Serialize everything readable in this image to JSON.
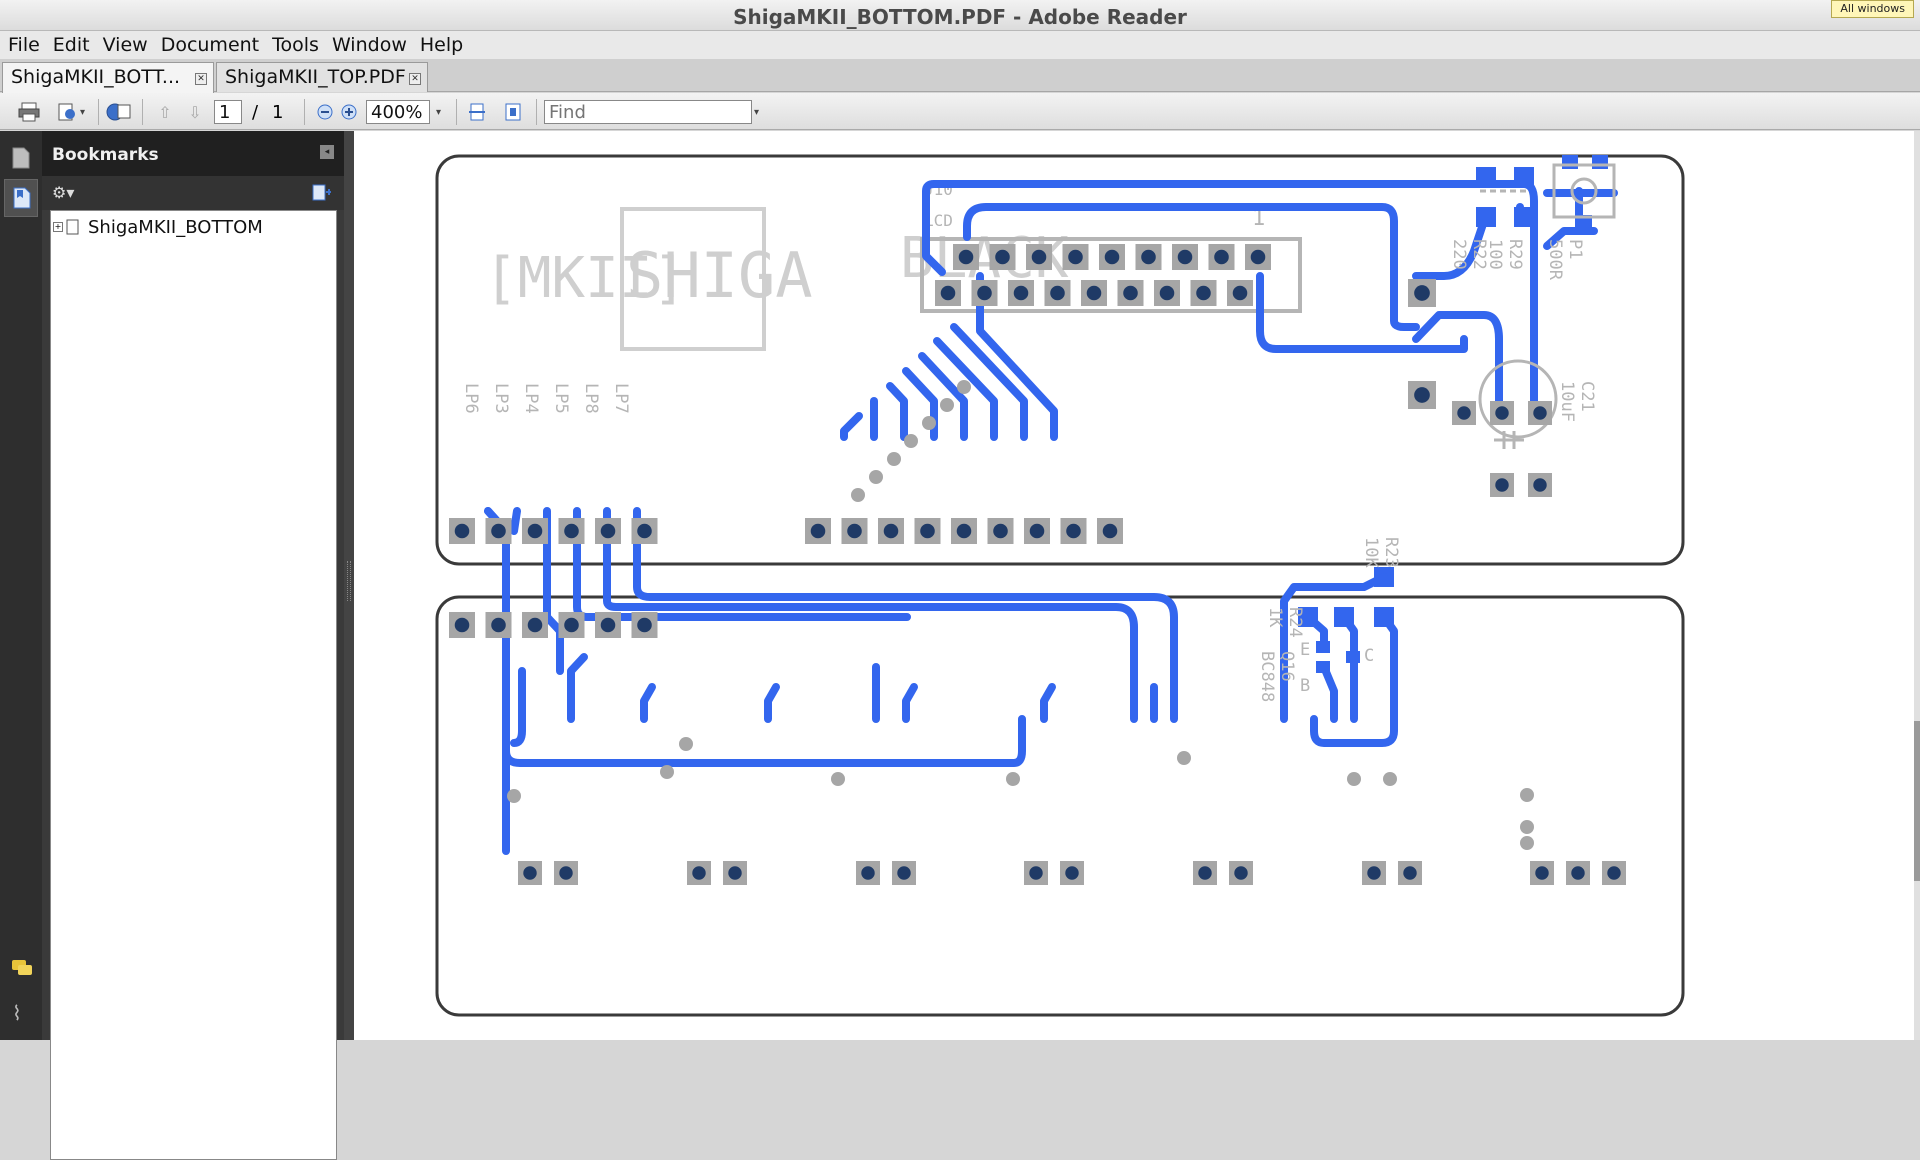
{
  "window": {
    "title": "ShigaMKII_BOTTOM.PDF - Adobe Reader",
    "all_windows": "All windows"
  },
  "menu": [
    "File",
    "Edit",
    "View",
    "Document",
    "Tools",
    "Window",
    "Help"
  ],
  "tabs": [
    {
      "label": "ShigaMKII_BOTT...",
      "active": true
    },
    {
      "label": "ShigaMKII_TOP.PDF",
      "active": false
    }
  ],
  "toolbar": {
    "page_current": "1",
    "page_separator": "/",
    "page_total": "1",
    "zoom": "400%",
    "find_placeholder": "Find"
  },
  "bookmarks": {
    "title": "Bookmarks",
    "items": [
      {
        "label": "ShigaMKII_BOTTOM",
        "expander": "+"
      }
    ]
  },
  "pcb": {
    "logo_black": "BLACK",
    "logo_shiga": "SHIGA",
    "logo_mkii": "[MKII]",
    "lcd_label": "LCD",
    "j10_label": "J10",
    "pin1_label": "1",
    "lp_labels": [
      "LP6",
      "LP3",
      "LP4",
      "LP5",
      "LP8",
      "LP7"
    ],
    "r22_labels": [
      "220",
      "R22"
    ],
    "r29_labels": [
      "100",
      "R29"
    ],
    "p1_labels": [
      "500R",
      "P1"
    ],
    "c21_labels": [
      "10uF",
      "C21"
    ],
    "r23_labels": [
      "10K",
      "R23"
    ],
    "r24_labels": [
      "1K",
      "R24"
    ],
    "q_labels": [
      "BC848",
      "Q16"
    ],
    "bce": [
      "B",
      "C",
      "E"
    ],
    "trace_color": "#3366ee",
    "pad_color": "#a6a6a6",
    "hole_color": "#1f3a66"
  }
}
